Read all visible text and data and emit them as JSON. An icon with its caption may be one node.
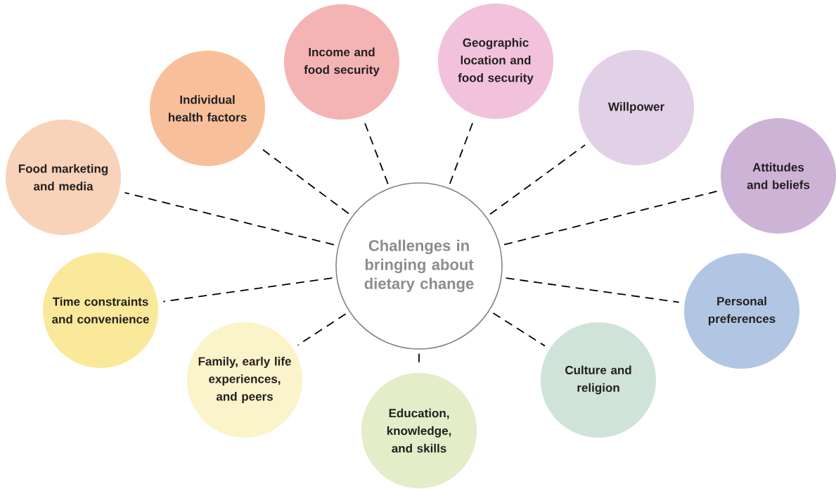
{
  "diagram": {
    "nodes": [
      {
        "text": [
          "Challenges in bringing about dietary change"
        ]
      },
      {
        "text": [
          "Food marketing and media"
        ]
      },
      {
        "text": [
          "Individual health factors"
        ]
      },
      {
        "text": [
          "Income and food security"
        ]
      },
      {
        "text": [
          "Geographic location and food security"
        ]
      },
      {
        "text": [
          "Willpower"
        ]
      },
      {
        "text": [
          "Attitudes and beliefs"
        ]
      },
      {
        "text": [
          "Personal preferences"
        ]
      },
      {
        "text": [
          "Culture and religion"
        ]
      },
      {
        "text": [
          "Education, knowledge, and skills"
        ]
      },
      {
        "text": [
          "Family, early life experiences, and peers"
        ]
      },
      {
        "text": [
          "Time constraints and convenience"
        ]
      }
    ],
    "edges": [
      {
        "from": 0,
        "to": 1,
        "arrow": "none",
        "style": "dashed"
      },
      {
        "from": 0,
        "to": 2,
        "arrow": "none",
        "style": "dashed"
      },
      {
        "from": 0,
        "to": 3,
        "arrow": "none",
        "style": "dashed"
      },
      {
        "from": 0,
        "to": 4,
        "arrow": "none",
        "style": "dashed"
      },
      {
        "from": 0,
        "to": 5,
        "arrow": "none",
        "style": "dashed"
      },
      {
        "from": 0,
        "to": 6,
        "arrow": "none",
        "style": "dashed"
      },
      {
        "from": 0,
        "to": 7,
        "arrow": "none",
        "style": "dashed"
      },
      {
        "from": 0,
        "to": 8,
        "arrow": "none",
        "style": "dashed"
      },
      {
        "from": 0,
        "to": 9,
        "arrow": "none",
        "style": "dashed"
      },
      {
        "from": 0,
        "to": 10,
        "arrow": "none",
        "style": "dashed"
      },
      {
        "from": 0,
        "to": 11,
        "arrow": "none",
        "style": "dashed"
      }
    ]
  }
}
